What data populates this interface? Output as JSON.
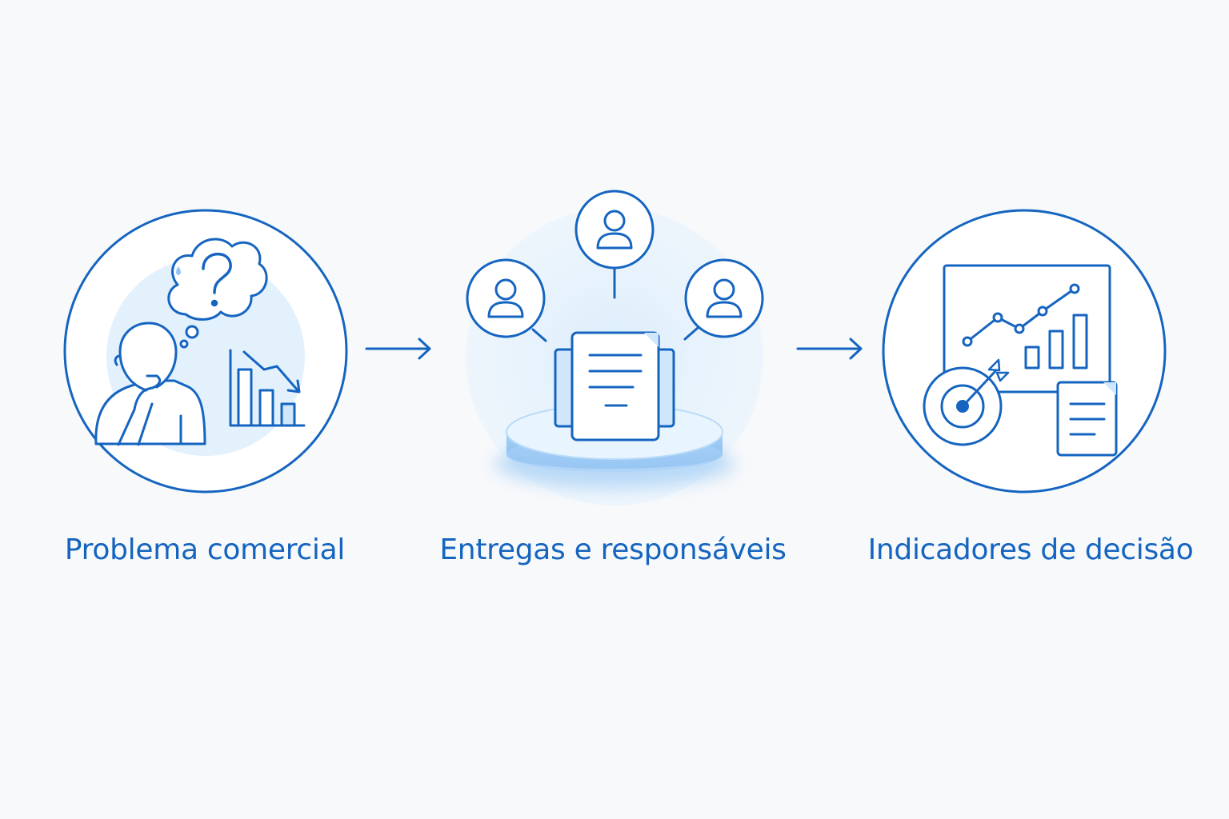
{
  "steps": [
    {
      "label": "Problema comercial"
    },
    {
      "label": "Entregas e responsáveis"
    },
    {
      "label": "Indicadores de decisão"
    }
  ],
  "icons": {
    "step1": [
      "thinking-person-icon",
      "thought-bubble-icon",
      "question-mark-icon",
      "declining-bar-chart-icon"
    ],
    "step2": [
      "user-avatar-icon",
      "document-stack-icon",
      "platform-icon"
    ],
    "step3": [
      "dashboard-chart-icon",
      "line-chart-icon",
      "bar-chart-icon",
      "target-arrow-icon",
      "report-document-icon"
    ]
  },
  "colors": {
    "primary": "#1565c0",
    "soft_fill": "#e3f1fd",
    "background": "#f7f9fb"
  }
}
